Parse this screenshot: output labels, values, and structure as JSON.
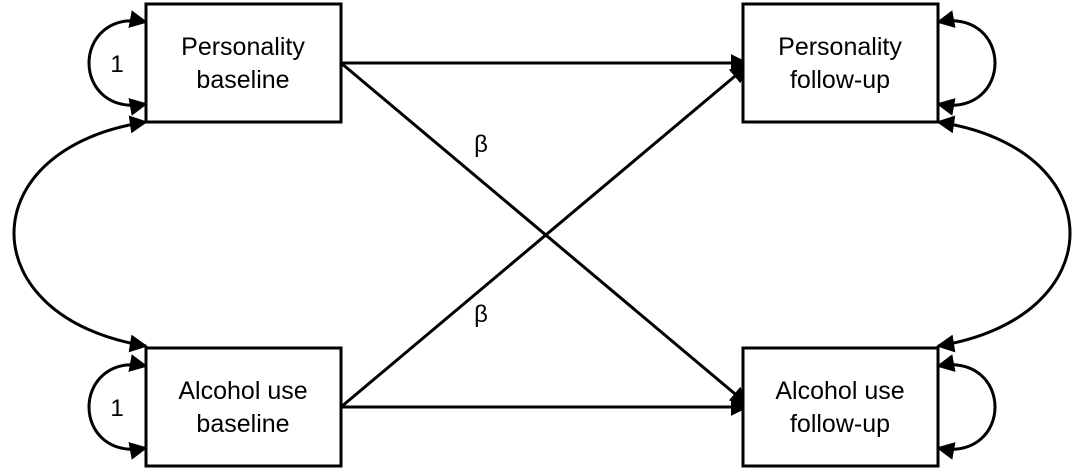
{
  "diagram": {
    "nodes": {
      "personality_baseline": {
        "line1": "Personality",
        "line2": "baseline"
      },
      "alcohol_baseline": {
        "line1": "Alcohol use",
        "line2": "baseline"
      },
      "personality_followup": {
        "line1": "Personality",
        "line2": "follow-up"
      },
      "alcohol_followup": {
        "line1": "Alcohol use",
        "line2": "follow-up"
      }
    },
    "labels": {
      "variance_personality_baseline": "1",
      "variance_alcohol_baseline": "1",
      "cross_lag_upper": "β",
      "cross_lag_lower": "β"
    }
  }
}
